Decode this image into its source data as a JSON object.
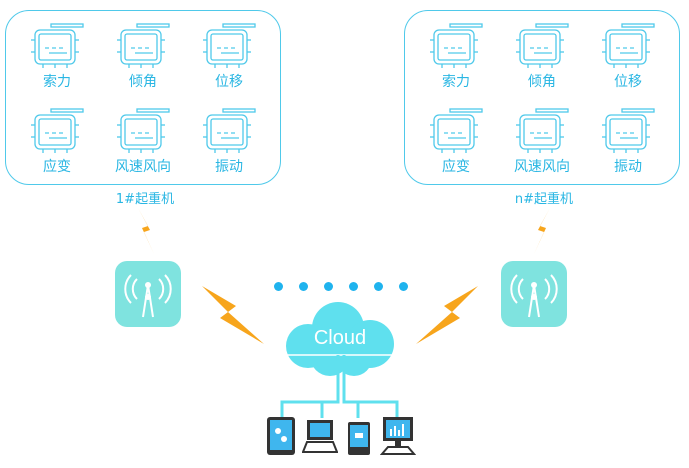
{
  "groups": [
    {
      "crane_label": "1#起重机",
      "sensors": [
        "索力",
        "倾角",
        "位移",
        "应变",
        "风速风向",
        "振动"
      ]
    },
    {
      "crane_label": "n#起重机",
      "sensors": [
        "索力",
        "倾角",
        "位移",
        "应变",
        "风速风向",
        "振动"
      ]
    }
  ],
  "cloud": {
    "label": "Cloud"
  },
  "devices": [
    "tablet-icon",
    "laptop-icon",
    "phone-icon",
    "desktop-icon"
  ],
  "colors": {
    "accent": "#29b6e3",
    "cloud": "#5fe0ee",
    "tower": "#7fe3df",
    "lightning": "#f7a51c"
  }
}
